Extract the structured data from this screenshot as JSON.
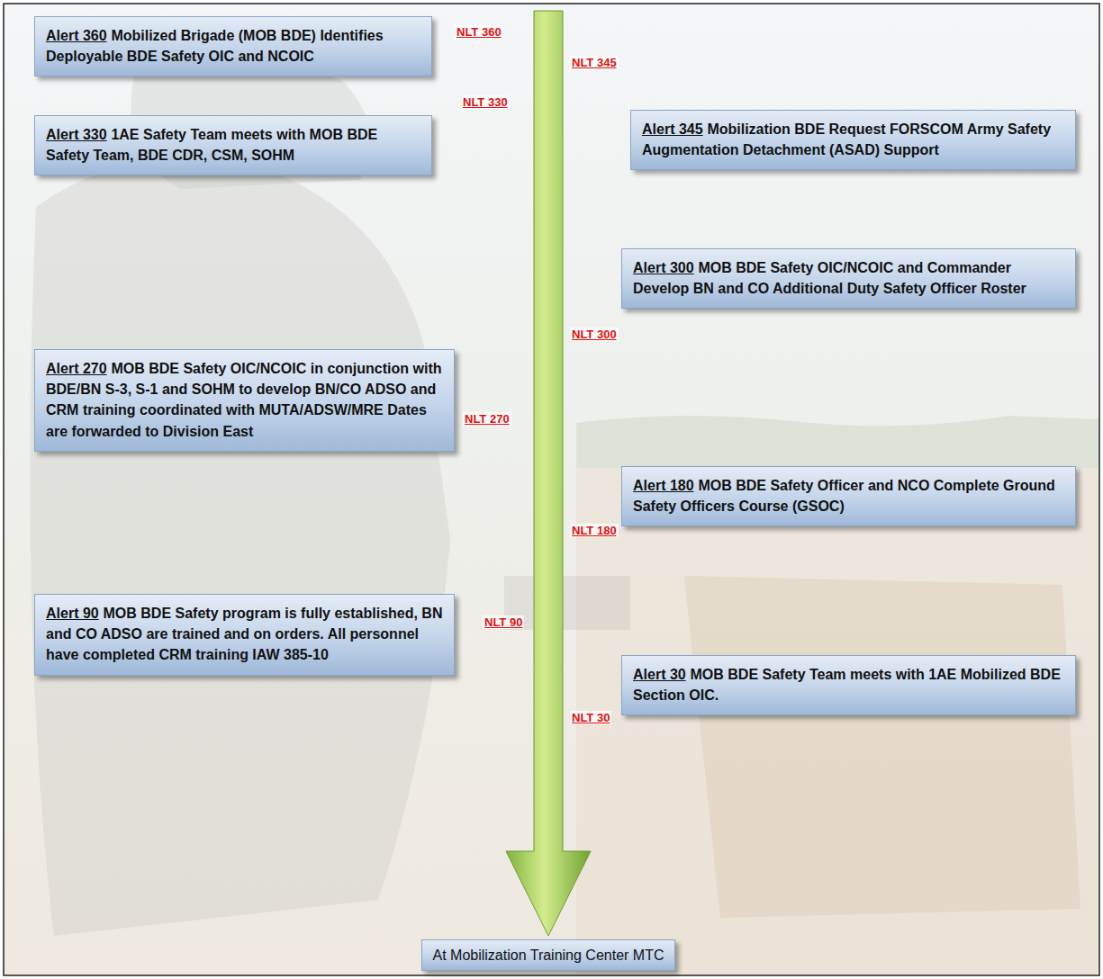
{
  "diagram": {
    "nodes": [
      {
        "text": [
          "Alert 360",
          "Mobilized Brigade (MOB BDE) Identifies Deployable BDE Safety OIC and NCOIC"
        ]
      },
      {
        "text": [
          "Alert 345",
          "Mobilization BDE Request FORSCOM Army Safety Augmentation Detachment (ASAD) Support"
        ]
      },
      {
        "text": [
          "Alert 330",
          "1AE Safety Team meets with MOB BDE Safety Team, BDE CDR, CSM, SOHM"
        ]
      },
      {
        "text": [
          "Alert 300",
          "MOB BDE Safety OIC/NCOIC and Commander Develop BN and CO Additional Duty Safety Officer Roster"
        ]
      },
      {
        "text": [
          "Alert 270",
          "MOB BDE Safety OIC/NCOIC in conjunction with BDE/BN S-3, S-1 and SOHM to develop BN/CO ADSO and CRM training coordinated with MUTA/ADSW/MRE Dates are forwarded to Division East"
        ]
      },
      {
        "text": [
          "Alert 180",
          "MOB BDE Safety Officer and NCO Complete Ground Safety Officers Course (GSOC)"
        ]
      },
      {
        "text": [
          "Alert 90",
          "MOB BDE Safety program is fully established, BN and CO ADSO are trained and on orders. All personnel have completed CRM training IAW 385-10"
        ]
      },
      {
        "text": [
          "Alert 30",
          "MOB BDE Safety Team meets with 1AE Mobilized BDE Section OIC."
        ]
      },
      {
        "text": [
          "At Mobilization Training Center MTC"
        ]
      }
    ],
    "labels": [
      "NLT 360",
      "NLT 345",
      "NLT 330",
      "NLT 300",
      "NLT 270",
      "NLT 180",
      "NLT 90",
      "NLT 30"
    ]
  }
}
